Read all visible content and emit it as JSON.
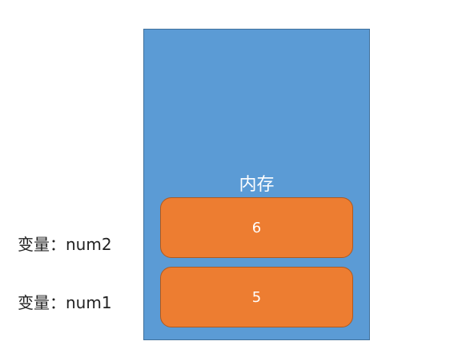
{
  "memory": {
    "label": "内存",
    "color": "#5b9bd5"
  },
  "cells": [
    {
      "value": "6",
      "variable": "变量：num2"
    },
    {
      "value": "5",
      "variable": "变量：num1"
    }
  ],
  "cell_color": "#ed7d31"
}
